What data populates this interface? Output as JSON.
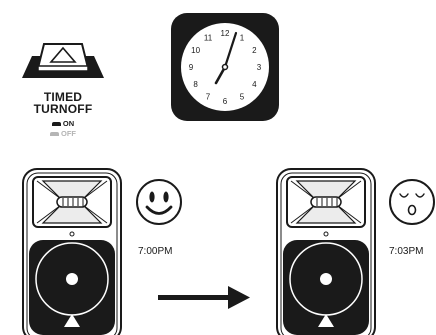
{
  "switch_panel": {
    "title_line1": "TIMED",
    "title_line2": "TURNOFF",
    "state_on": "ON",
    "state_off": "OFF",
    "colors": {
      "on": "#1a1a1a",
      "off": "#b5b5b5"
    }
  },
  "clock": {
    "numerals": [
      "12",
      "1",
      "2",
      "3",
      "4",
      "5",
      "6",
      "7",
      "8",
      "9",
      "10",
      "11"
    ],
    "icon": "wall-clock-icon"
  },
  "scene_before": {
    "time": "7:00PM",
    "face": "smiling-face-icon",
    "speaker": "speaker-icon"
  },
  "scene_after": {
    "time": "7:03PM",
    "face": "sleeping-face-icon",
    "speaker": "speaker-icon"
  },
  "transition": {
    "icon": "right-arrow-icon"
  }
}
